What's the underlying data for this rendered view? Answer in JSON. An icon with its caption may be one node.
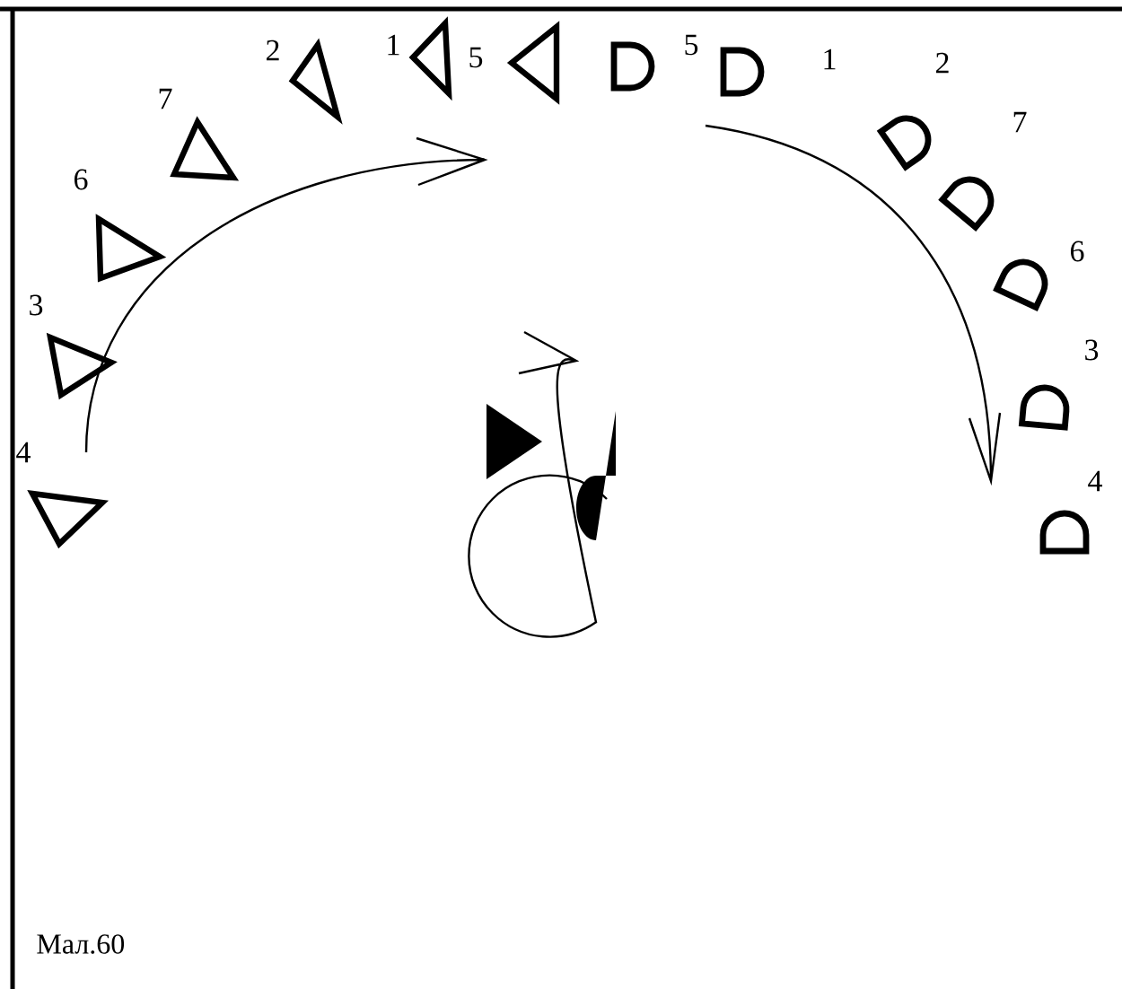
{
  "diagram": {
    "caption": "Мал.60",
    "labels": [
      "4",
      "3",
      "6",
      "7",
      "2",
      "1",
      "5",
      "5",
      "1",
      "2",
      "7",
      "6",
      "3",
      "4"
    ]
  }
}
